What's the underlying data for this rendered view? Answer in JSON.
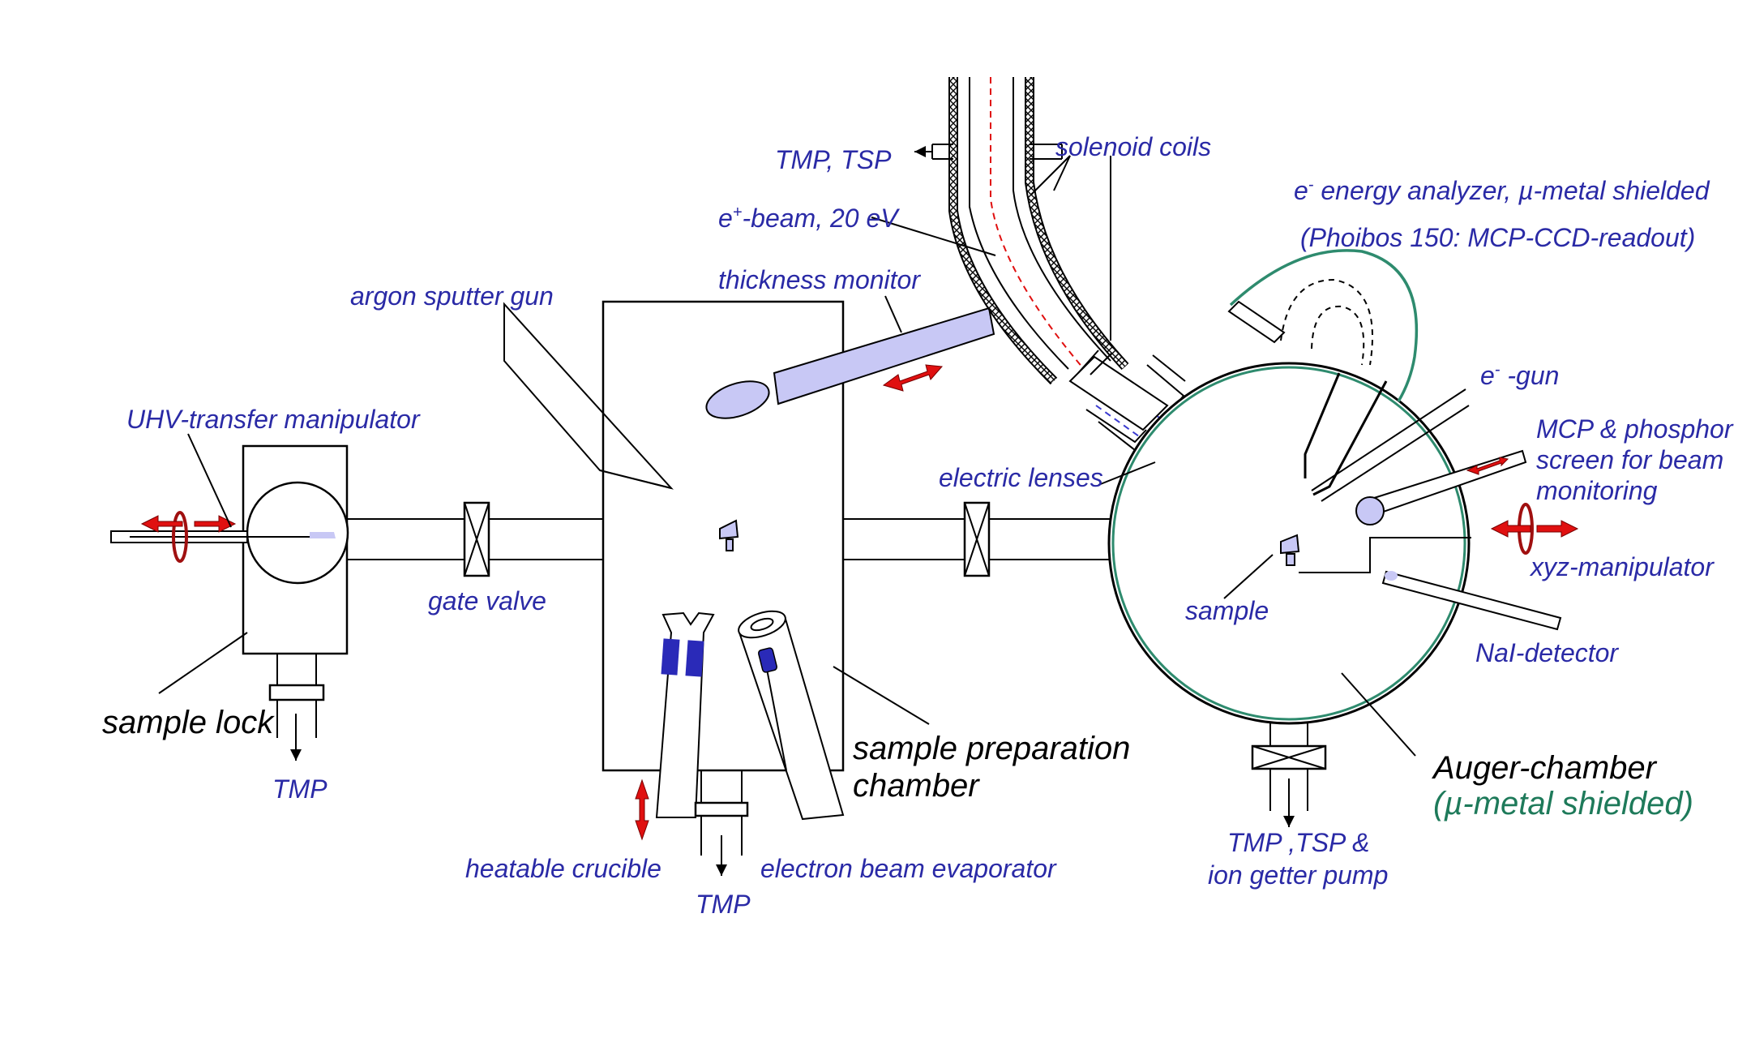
{
  "labels": {
    "tmp_tsp_top": "TMP, TSP",
    "solenoid_coils": "solenoid coils",
    "positron_beam_e": "e",
    "positron_beam_sup": "+",
    "positron_beam_rest": "-beam, 20 eV",
    "analyzer_e": "e",
    "analyzer_sup": "-",
    "analyzer_rest": " energy analyzer, µ-metal shielded",
    "analyzer_model": "(Phoibos 150: MCP-CCD-readout)",
    "thickness_monitor": "thickness monitor",
    "argon_sputter_gun": "argon sputter gun",
    "egun_e": "e",
    "egun_sup": "-",
    "egun_rest": " -gun",
    "mcp_line1": "MCP & phosphor",
    "mcp_line2": "screen for beam",
    "mcp_line3": "monitoring",
    "uhv_transfer": "UHV-transfer manipulator",
    "electric_lenses": "electric lenses",
    "xyz_manipulator": "xyz-manipulator",
    "gate_valve": "gate valve",
    "sample": "sample",
    "nai_detector": "NaI-detector",
    "sample_lock": "sample lock",
    "sample_prep_line1": "sample preparation",
    "sample_prep_line2": "chamber",
    "auger_chamber": "Auger-chamber",
    "auger_shield": "(µ-metal shielded)",
    "tmp_left": "TMP",
    "tmp_tsp_ion_line1": "TMP ,TSP &",
    "tmp_tsp_ion_line2": "ion getter pump",
    "heatable_crucible": "heatable crucible",
    "ebeam_evaporator": "electron beam evaporator",
    "tmp_bottom": "TMP"
  },
  "colors": {
    "label_blue": "#2a2aa6",
    "shield_green": "#2e8b6e",
    "arrow_red": "#e01010",
    "component_fill": "#c8c8f5",
    "crucible_blue": "#2a2ab8",
    "beam_red": "#e01010",
    "beam_blue": "#3a3ad0"
  }
}
